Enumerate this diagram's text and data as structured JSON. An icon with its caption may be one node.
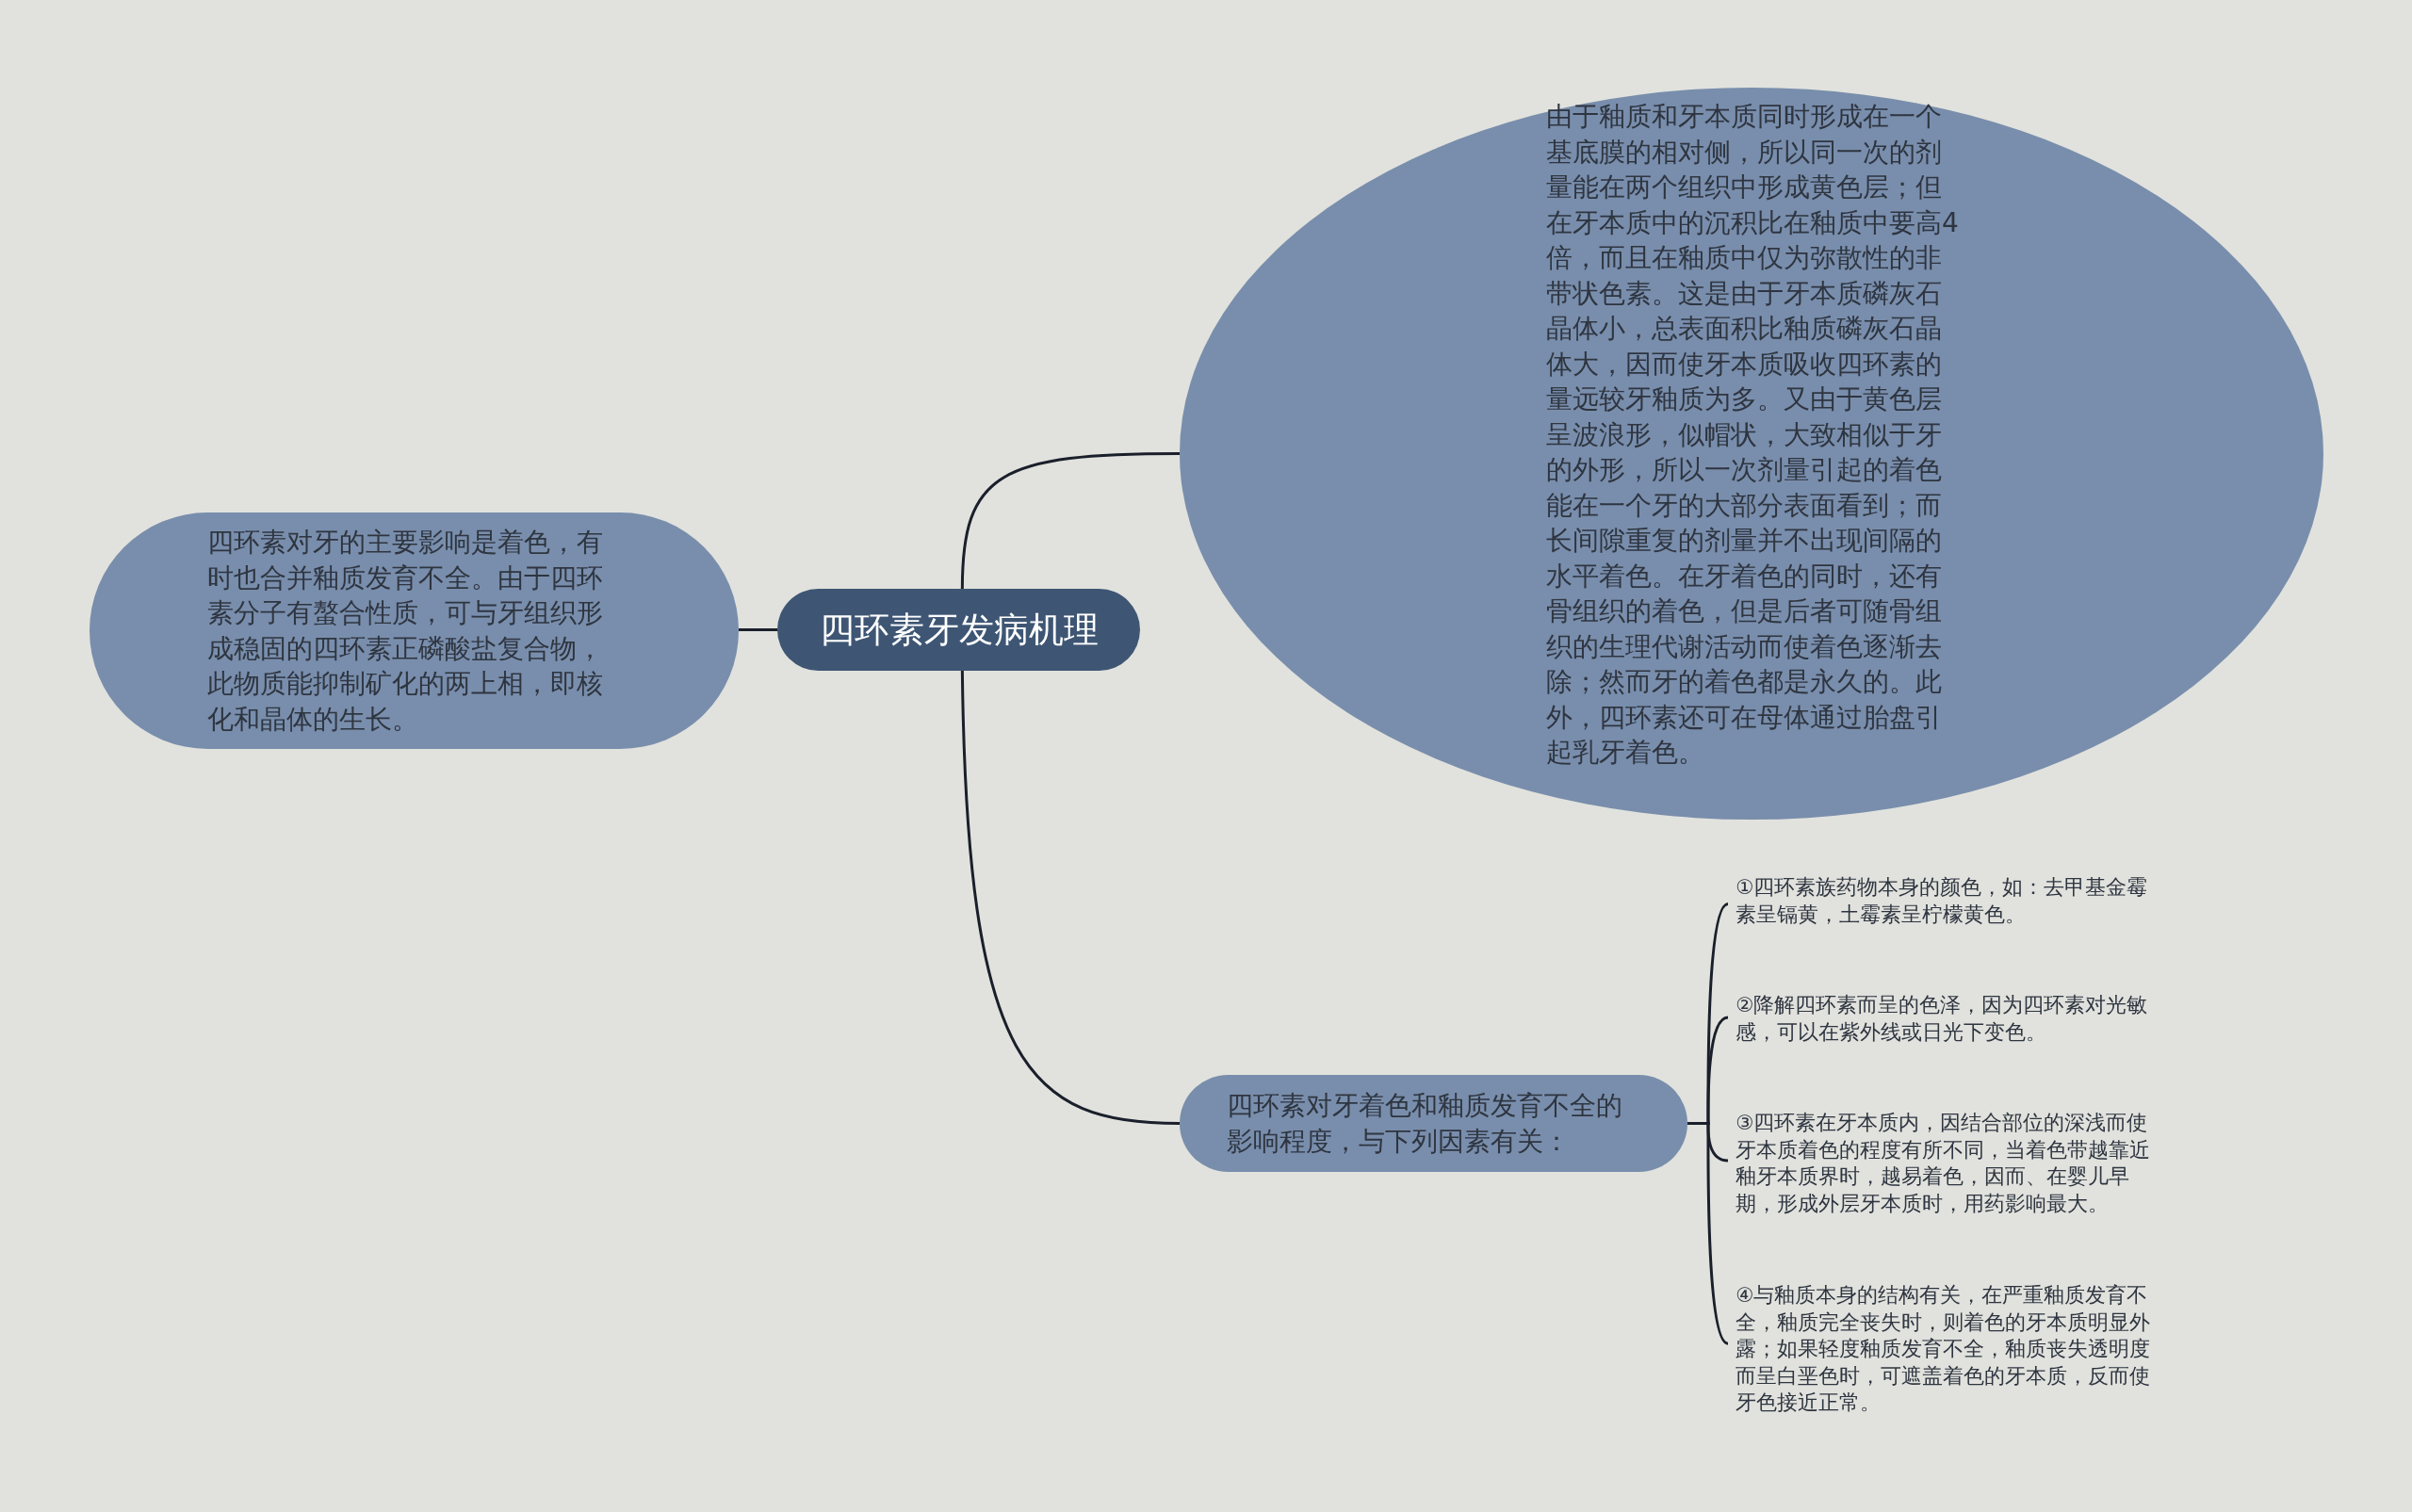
{
  "diagram": {
    "nodes": [
      {
        "text": [
          "四环素牙发病机理"
        ]
      },
      {
        "text": [
          "四环素对牙的主要影响是着色，有时也合并釉质发育不全。由于四环素分子有螯合性质，可与牙组织形成稳固的四环素正磷酸盐复合物，此物质能抑制矿化的两上相，即核化和晶体的生长。"
        ]
      },
      {
        "text": [
          "由于釉质和牙本质同时形成在一个基底膜的相对侧，所以同一次的剂量能在两个组织中形成黄色层；但在牙本质中的沉积比在釉质中要高4倍，而且在釉质中仅为弥散性的非带状色素。这是由于牙本质磷灰石晶体小，总表面积比釉质磷灰石晶体大，因而使牙本质吸收四环素的量远较牙釉质为多。又由于黄色层呈波浪形，似帽状，大致相似于牙的外形，所以一次剂量引起的着色能在一个牙的大部分表面看到；而长间隙重复的剂量并不出现间隔的水平着色。在牙着色的同时，还有骨组织的着色，但是后者可随骨组织的生理代谢活动而使着色逐渐去除；然而牙的着色都是永久的。此外，四环素还可在母体通过胎盘引起乳牙着色。"
        ]
      },
      {
        "text": [
          "四环素对牙着色和釉质发育不全的影响程度，与下列因素有关："
        ]
      },
      {
        "text": [
          "①四环素族药物本身的颜色，如：去甲基金霉素呈镉黄，土霉素呈柠檬黄色。"
        ]
      },
      {
        "text": [
          "②降解四环素而呈的色泽，因为四环素对光敏感，可以在紫外线或日光下变色。"
        ]
      },
      {
        "text": [
          "③四环素在牙本质内，因结合部位的深浅而使牙本质着色的程度有所不同，当着色带越靠近釉牙本质界时，越易着色，因而、在婴儿早期，形成外层牙本质时，用药影响最大。"
        ]
      },
      {
        "text": [
          "④与釉质本身的结构有关，在严重釉质发育不全，釉质完全丧失时，则着色的牙本质明显外露；如果轻度釉质发育不全，釉质丧失透明度而呈白垩色时，可遮盖着色的牙本质，反而使牙色接近正常。"
        ]
      }
    ],
    "edges": [
      {
        "from": 0,
        "to": 1,
        "arrow": "none"
      },
      {
        "from": 0,
        "to": 2,
        "arrow": "none"
      },
      {
        "from": 0,
        "to": 3,
        "arrow": "none"
      },
      {
        "from": 3,
        "to": 4,
        "arrow": "none"
      },
      {
        "from": 3,
        "to": 5,
        "arrow": "none"
      },
      {
        "from": 3,
        "to": 6,
        "arrow": "none"
      },
      {
        "from": 3,
        "to": 7,
        "arrow": "none"
      }
    ]
  }
}
